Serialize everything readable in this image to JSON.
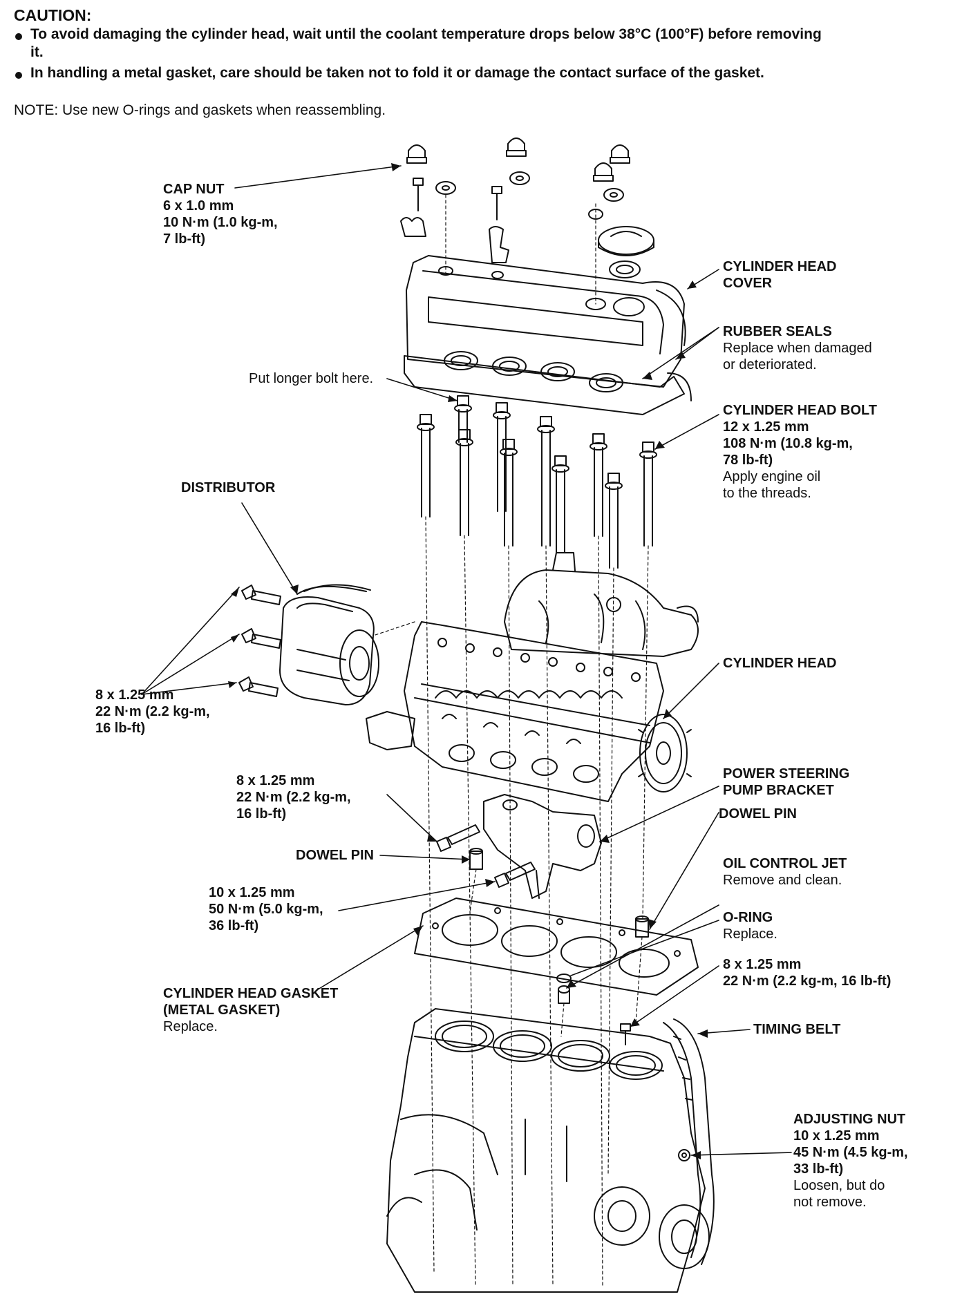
{
  "caution": {
    "title": "CAUTION:",
    "bullets": [
      {
        "line1": "To avoid damaging the cylinder head, wait until the coolant temperature drops below 38°C (100°F) before removing",
        "line2": "it."
      },
      {
        "line1": "In handling a metal gasket, care should be taken not to fold it or damage the contact surface of the gasket."
      }
    ]
  },
  "note": "NOTE:  Use new O-rings and gaskets when reassembling.",
  "labels": {
    "cap_nut": {
      "title": "CAP NUT",
      "lines": [
        "6 x 1.0 mm",
        "10 N·m (1.0 kg-m,",
        "7 lb-ft)"
      ]
    },
    "cylinder_head_cover": {
      "title": "CYLINDER HEAD",
      "title2": "COVER"
    },
    "rubber_seals": {
      "title": "RUBBER SEALS",
      "lines": [
        "Replace when damaged",
        "or deteriorated."
      ]
    },
    "longer_bolt": "Put longer bolt here.",
    "cylinder_head_bolt": {
      "title": "CYLINDER HEAD BOLT",
      "bold_lines": [
        "12 x 1.25 mm",
        "108 N·m (10.8 kg-m,",
        "78 lb-ft)"
      ],
      "lines": [
        "Apply engine oil",
        "to the threads."
      ]
    },
    "distributor": "DISTRIBUTOR",
    "distributor_bolts": {
      "lines": [
        "8 x 1.25 mm",
        "22 N·m (2.2 kg-m,",
        "16 lb-ft)"
      ]
    },
    "cylinder_head": "CYLINDER HEAD",
    "bracket_bolt": {
      "lines": [
        "8 x 1.25 mm",
        "22 N·m (2.2 kg-m,",
        "16 lb-ft)"
      ]
    },
    "ps_bracket": {
      "title": "POWER STEERING",
      "title2": "PUMP BRACKET"
    },
    "dowel_pin_right": "DOWEL PIN",
    "dowel_pin_left": "DOWEL PIN",
    "oil_jet_bolt": {
      "lines": [
        "10 x 1.25 mm",
        "50 N·m (5.0 kg-m,",
        "36 lb-ft)"
      ]
    },
    "oil_control_jet": {
      "title": "OIL CONTROL JET",
      "lines": [
        "Remove and clean."
      ]
    },
    "o_ring": {
      "title": "O-RING",
      "lines": [
        "Replace."
      ]
    },
    "tensioner_bolt": {
      "lines": [
        "8 x 1.25 mm",
        "22 N·m (2.2 kg-m, 16 lb-ft)"
      ]
    },
    "gasket": {
      "title": "CYLINDER HEAD GASKET",
      "title2": "(METAL GASKET)",
      "lines": [
        "Replace."
      ]
    },
    "timing_belt": "TIMING BELT",
    "adjusting_nut": {
      "title": "ADJUSTING NUT",
      "bold_lines": [
        "10 x 1.25 mm",
        "45 N·m (4.5 kg-m,",
        "33 lb-ft)"
      ],
      "lines": [
        "Loosen, but do",
        "not remove."
      ]
    }
  }
}
